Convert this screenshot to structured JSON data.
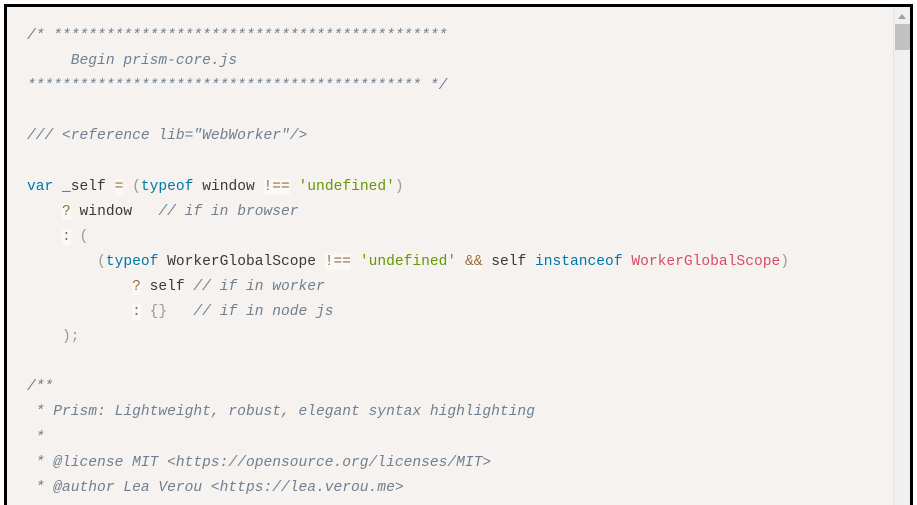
{
  "viewer": {
    "language": "javascript",
    "background_color": "#f5f2f0",
    "border_color": "#000000",
    "text_color": "#393A34"
  },
  "theme_colors": {
    "comment": "#708090",
    "keyword": "#07a",
    "string": "#690",
    "class_name": "#DD4A68",
    "punctuation": "#999999",
    "operator": "#9a6e3a",
    "operator_background": "rgba(255,255,255,0.55)"
  },
  "scrollbar": {
    "up_arrow_icon": "triangle-up-icon",
    "thumb_label": "scrollbar-thumb",
    "track_background": "#f0f0f0",
    "thumb_color": "#c1c1c1"
  },
  "code": {
    "header_banner_open": "/* *********************************************",
    "header_banner_title": "     Begin prism-core.js",
    "header_banner_close": "********************************************* */",
    "blank_1": "",
    "blank_2": "",
    "triple_slash_reference": "/// <reference lib=\"WebWorker\"/>",
    "blank_3": "",
    "l_var": "var ",
    "l_self": "_self",
    "l_space1": " ",
    "l_eq": "=",
    "l_space2": " ",
    "l_paren_open": "(",
    "l_typeof": "typeof",
    "l_window": " window ",
    "l_neq": "!==",
    "l_space3": " ",
    "l_undefined_str": "'undefined'",
    "l_paren_close": ")",
    "l_ternary_indent": "    ",
    "l_question": "?",
    "l_window2": " window   ",
    "l_comment_browser": "// if in browser",
    "l_colon_indent": "    ",
    "l_colon": ":",
    "l_open_group": " (",
    "l_inner_indent": "        ",
    "l_inner_paren": "(",
    "l_typeof2": "typeof",
    "l_wgs1": " WorkerGlobalScope ",
    "l_neq2": "!==",
    "l_space4": " ",
    "l_undefined_str2": "'undefined'",
    "l_space5": " ",
    "l_and": "&&",
    "l_self2": " self ",
    "l_instanceof": "instanceof",
    "l_space6": " ",
    "l_wgs2": "WorkerGlobalScope",
    "l_inner_paren_close": ")",
    "l_q_indent": "            ",
    "l_question2": "?",
    "l_self3": " self ",
    "l_comment_worker": "// if in worker",
    "l_c_indent": "            ",
    "l_colon2": ":",
    "l_braces": " {}",
    "l_space7": "   ",
    "l_comment_node": "// if in node js",
    "l_close_indent": "    ",
    "l_close_group": ");",
    "blank_4": "",
    "jsdoc_open": "/**",
    "jsdoc_line1": " * Prism: Lightweight, robust, elegant syntax highlighting",
    "jsdoc_line2": " *",
    "jsdoc_line3": " * @license MIT <https://opensource.org/licenses/MIT>",
    "jsdoc_line4": " * @author Lea Verou <https://lea.verou.me>"
  }
}
